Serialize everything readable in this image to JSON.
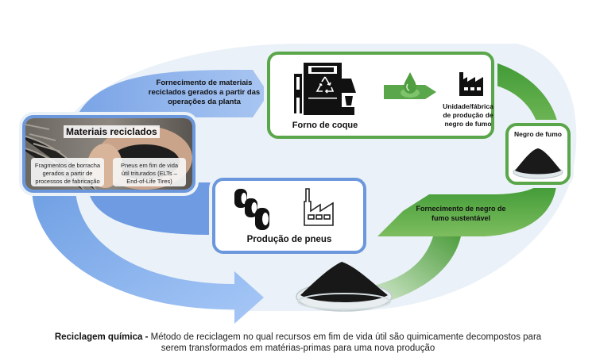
{
  "upper_arrow": {
    "label_lines": [
      "Fornecimento de materiais",
      "reciclados gerados a partir das",
      "operações da planta"
    ],
    "color": "#6f9fe3"
  },
  "coke_oven_box": {
    "oven_label": "Forno de coque",
    "plant_label_lines": [
      "Unidade/fábrica",
      "de produção de",
      "negro de fumo"
    ],
    "border_color": "#5aa64a",
    "icons": [
      "coke-oven-icon",
      "recycle-icon",
      "oil-drop-arrow-icon",
      "factory-icon"
    ]
  },
  "recycled_materials": {
    "title": "Materiais reciclados",
    "card_left_lines": [
      "Fragmentos de borracha",
      "gerados a partir de",
      "processos de fabricação"
    ],
    "card_right_lines": [
      "Pneus em fim de vida",
      "útil triturados (ELTs –",
      "End-of-Life Tires)"
    ],
    "border_color": "#6b97dc"
  },
  "carbon_black_box": {
    "title": "Negro de fumo"
  },
  "green_arrow": {
    "label_lines": [
      "Fornecimento de negro de",
      "fumo sustentável"
    ],
    "color": "#4f9e3f"
  },
  "tire_production": {
    "label": "Produção de pneus",
    "icons": [
      "tires-icon",
      "factory-outline-icon"
    ]
  },
  "caption": {
    "term": "Reciclagem química -",
    "line1": " Método de reciclagem no qual recursos em fim de vida útil são quimicamente decompostos para",
    "line2": "serem transformados em matérias-primas para uma nova produção"
  }
}
